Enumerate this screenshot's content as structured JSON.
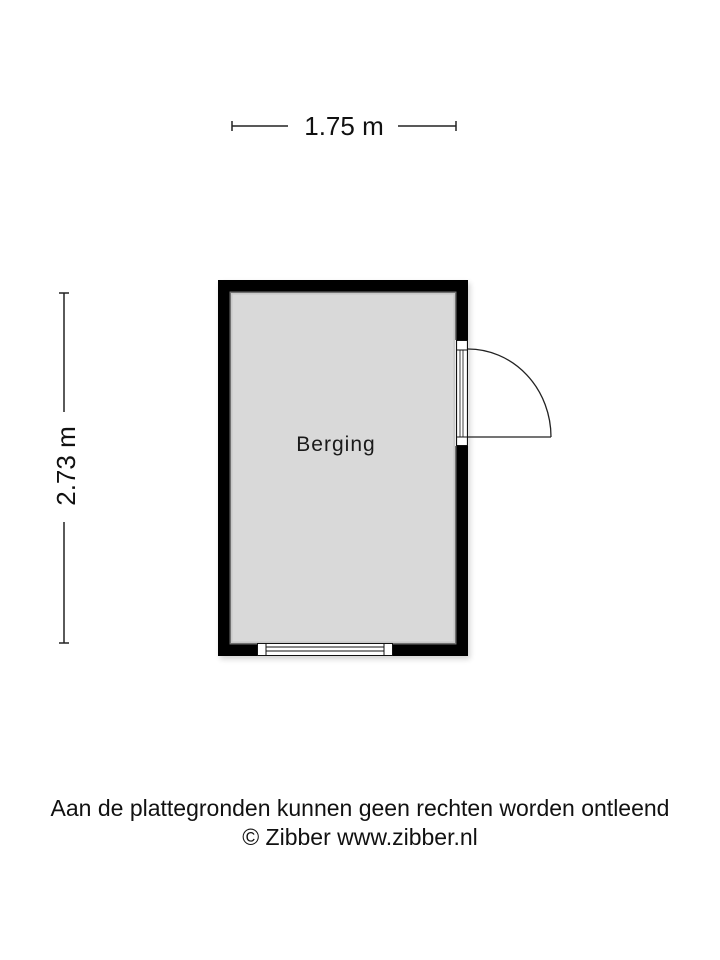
{
  "dimensions": {
    "width_label": "1.75 m",
    "height_label": "2.73 m"
  },
  "rooms": [
    {
      "name": "Berging"
    }
  ],
  "colors": {
    "wall": "#000000",
    "floor": "#d9d9d9",
    "background": "#ffffff",
    "line": "#222222"
  },
  "footer": {
    "disclaimer": "Aan de plattegronden kunnen geen rechten worden ontleend",
    "copyright": "© Zibber www.zibber.nl"
  }
}
